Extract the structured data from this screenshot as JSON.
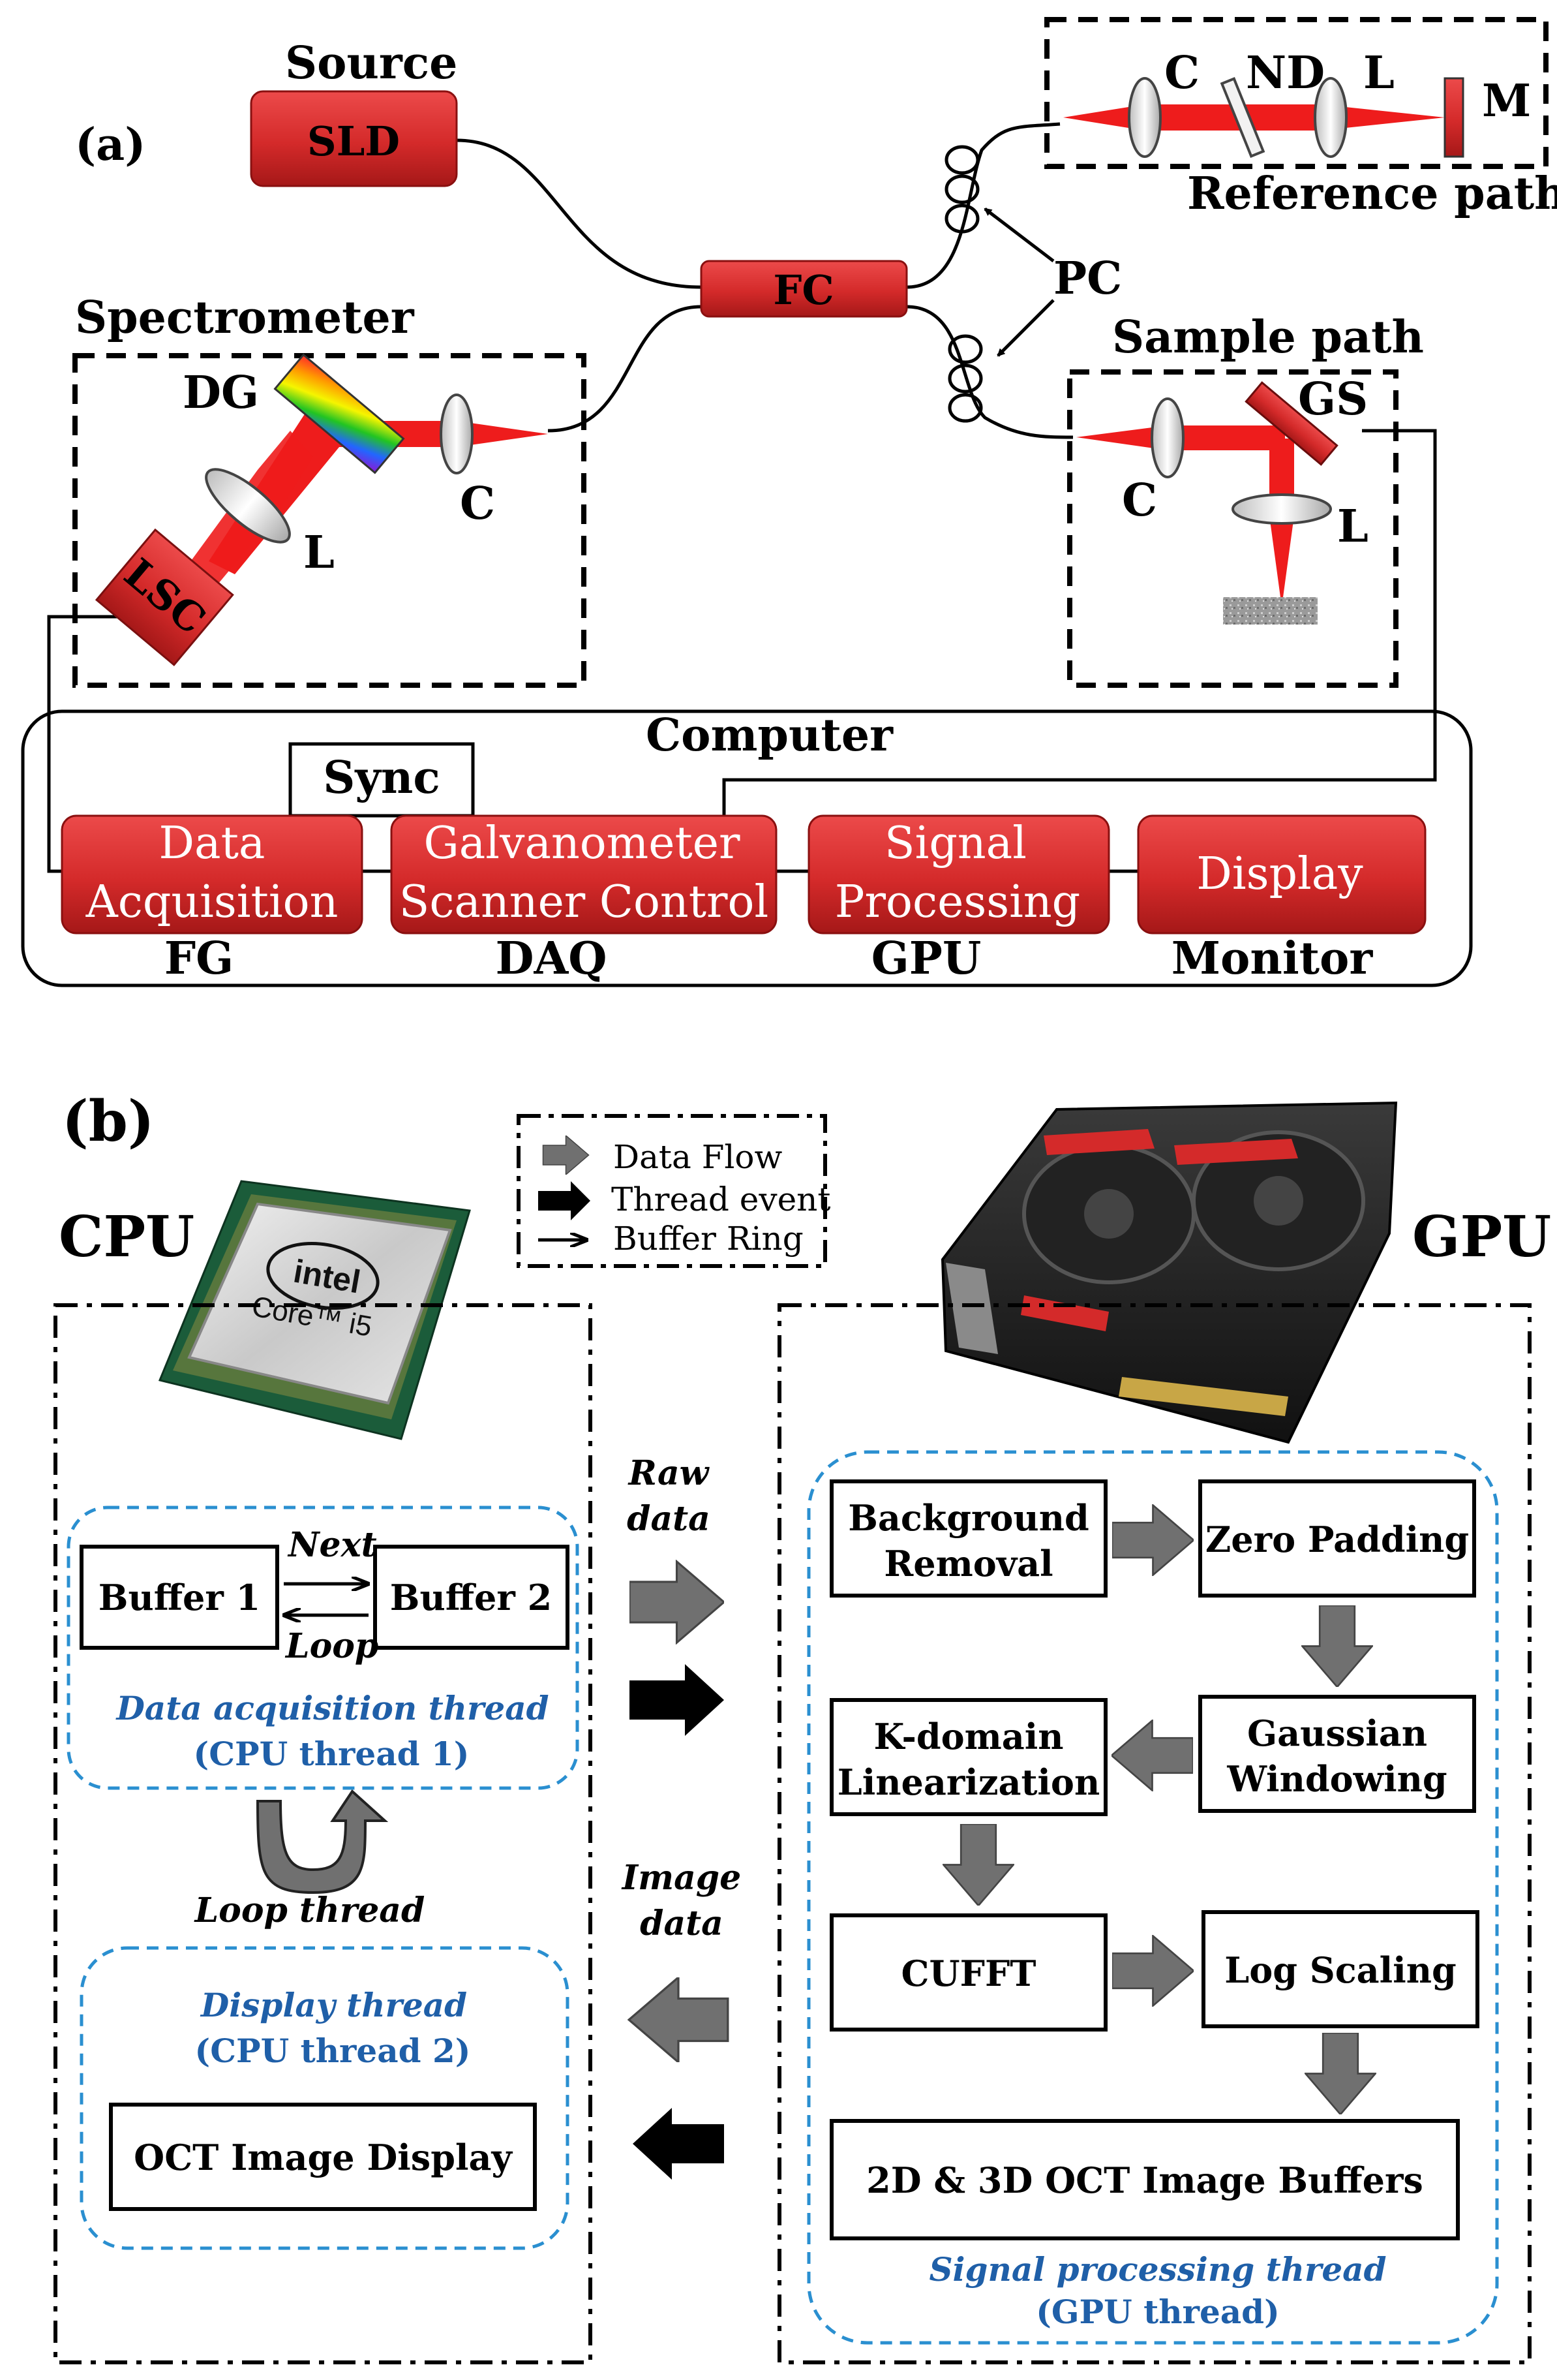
{
  "panel_a": {
    "label": "(a)",
    "source": {
      "title": "Source",
      "box": "SLD"
    },
    "coupler": "FC",
    "polarization": "PC",
    "reference": {
      "title": "Reference path",
      "collimator": "C",
      "filter": "ND",
      "lens": "L",
      "mirror": "M"
    },
    "sample": {
      "title": "Sample path",
      "collimator": "C",
      "scanner": "GS",
      "lens": "L"
    },
    "spectrometer": {
      "title": "Spectrometer",
      "grating": "DG",
      "lens": "L",
      "collimator": "C",
      "camera": "LSC"
    },
    "computer": {
      "title": "Computer",
      "sync": "Sync",
      "modules": [
        {
          "line1": "Data",
          "line2": "Acquisition",
          "caption": "FG"
        },
        {
          "line1": "Galvanometer",
          "line2": "Scanner Control",
          "caption": "DAQ"
        },
        {
          "line1": "Signal",
          "line2": "Processing",
          "caption": "GPU"
        },
        {
          "line1": "Display",
          "line2": "",
          "caption": "Monitor"
        }
      ]
    }
  },
  "panel_b": {
    "label": "(b)",
    "legend": {
      "data_flow": "Data Flow",
      "thread_event": "Thread event",
      "buffer_ring": "Buffer Ring"
    },
    "cpu": {
      "title": "CPU",
      "chip_brand": "intel",
      "chip_model": "Core™ i5",
      "buffer1": "Buffer 1",
      "buffer2": "Buffer 2",
      "next": "Next",
      "loop": "Loop",
      "acq_thread": "Data acquisition thread",
      "acq_thread_sub": "(CPU thread 1)",
      "loop_thread": "Loop thread",
      "disp_thread": "Display thread",
      "disp_thread_sub": "(CPU thread 2)",
      "oct_display": "OCT Image Display"
    },
    "transfer": {
      "raw1": "Raw",
      "raw2": "data",
      "img1": "Image",
      "img2": "data"
    },
    "gpu": {
      "title": "GPU",
      "bg1": "Background",
      "bg2": "Removal",
      "zero": "Zero Padding",
      "gauss1": "Gaussian",
      "gauss2": "Windowing",
      "kdom1": "K-domain",
      "kdom2": "Linearization",
      "cufft": "CUFFT",
      "log": "Log Scaling",
      "buffers": "2D & 3D OCT Image Buffers",
      "thread": "Signal processing thread",
      "thread_sub": "(GPU thread)"
    }
  },
  "colors": {
    "red_box": "#d42a2a",
    "beam": "#ee1c1c",
    "gray_arrow": "#707070",
    "blue_dash": "#2a8fd0",
    "blue_text": "#1f5fa8"
  }
}
